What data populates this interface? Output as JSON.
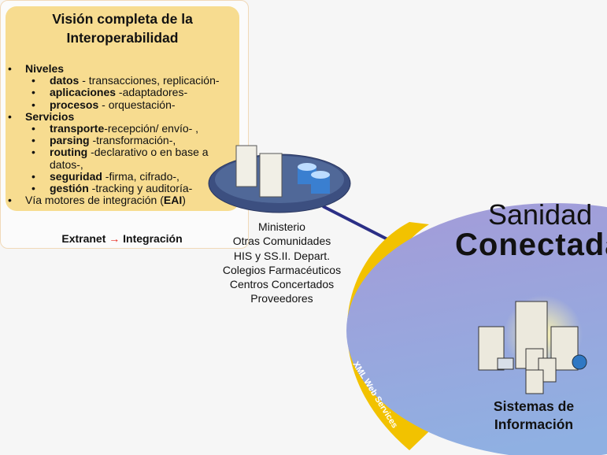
{
  "panel": {
    "title_line1": "Visión completa de la",
    "title_line2": "Interoperabilidad",
    "niveles": {
      "label": "Niveles",
      "items": [
        {
          "term": "datos",
          "desc": " - transacciones, replicación-"
        },
        {
          "term": "aplicaciones",
          "desc": " -adaptadores-"
        },
        {
          "term": "procesos",
          "desc": " - orquestación-"
        }
      ]
    },
    "servicios": {
      "label": "Servicios",
      "items": [
        {
          "term": "transporte",
          "desc": "-recepción/ envío- ,"
        },
        {
          "term": "parsing",
          "desc": " -transformación-,"
        },
        {
          "term": "routing",
          "desc": " -declarativo o en base a datos-,"
        },
        {
          "term": "seguridad",
          "desc": " -firma, cifrado-,"
        },
        {
          "term": "gestión",
          "desc": " -tracking y auditoría-"
        }
      ]
    },
    "eai": {
      "prefix": "Vía motores de integración (",
      "term": "EAI",
      "suffix": ")"
    },
    "footer": {
      "left": "Extranet",
      "arrow": "→",
      "right": "Integración"
    }
  },
  "entities": [
    "Ministerio",
    "Otras Comunidades",
    "HIS y SS.II. Depart.",
    "Colegios Farmacéuticos",
    "Centros Concertados",
    "Proveedores"
  ],
  "hub": {
    "title_line1": "Sanidad",
    "title_line2": "Conectada",
    "arc_label": "XML Web Services",
    "systems_line1": "Sistemas de",
    "systems_line2": "Información"
  },
  "colors": {
    "panel": "#f7dc90",
    "hub": "#a59fd8",
    "arc": "#f2c200",
    "node": "#3c4f80",
    "arrow": "#e8261c"
  }
}
